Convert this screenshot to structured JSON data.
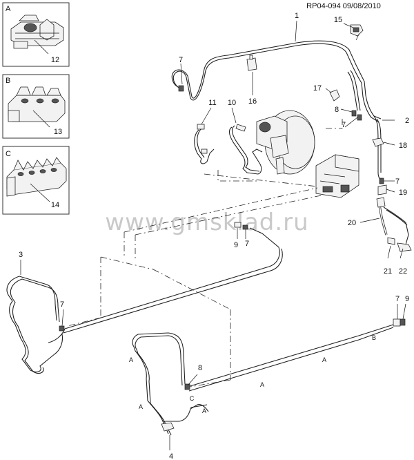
{
  "header": {
    "code": "RP04-094 09/08/2010"
  },
  "watermark": "www.gmsklad.ru",
  "insets": [
    {
      "letter": "A",
      "number": "12"
    },
    {
      "letter": "B",
      "number": "13"
    },
    {
      "letter": "C",
      "number": "14"
    }
  ],
  "callouts": [
    "1",
    "2",
    "3",
    "4",
    "7",
    "7",
    "7",
    "7",
    "7",
    "7",
    "8",
    "8",
    "9",
    "9",
    "10",
    "11",
    "15",
    "16",
    "17",
    "18",
    "19",
    "20",
    "21",
    "22"
  ],
  "segment_letters": [
    "A",
    "A",
    "A",
    "A",
    "A",
    "B",
    "C"
  ]
}
